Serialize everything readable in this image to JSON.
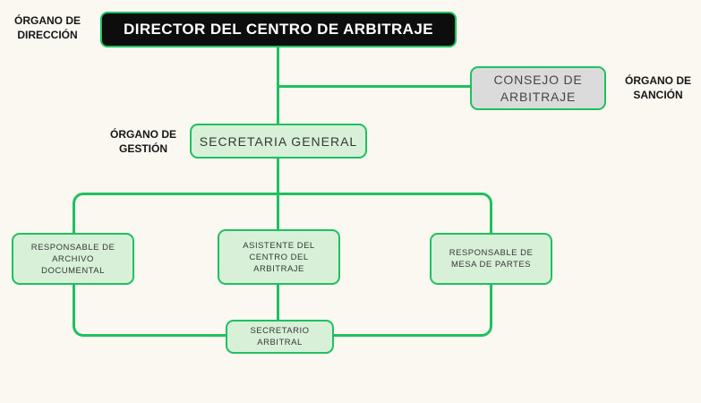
{
  "colors": {
    "canvas-bg": "#FAF8F0",
    "accent-green": "#1FC05F",
    "fill-green": "#D8EFD8",
    "fill-gray": "#DBDBDB",
    "fill-black": "#0D0D0D",
    "director-text": "#FFFFFF",
    "consejo-text": "#454545",
    "node-text": "#333A35",
    "label-text": "#161616"
  },
  "labels": {
    "direccion": {
      "line1": "ÓRGANO DE",
      "line2": "DIRECCIÓN"
    },
    "sancion": {
      "line1": "ÓRGANO DE",
      "line2": "SANCIÓN"
    },
    "gestion": {
      "line1": "ÓRGANO DE",
      "line2": "GESTIÓN"
    }
  },
  "nodes": {
    "director": {
      "label": "DIRECTOR DEL CENTRO DE ARBITRAJE"
    },
    "consejo": {
      "line1": "CONSEJO DE",
      "line2": "ARBITRAJE"
    },
    "secretaria": {
      "label": "SECRETARIA GENERAL"
    },
    "archivo": {
      "line1": "RESPONSABLE DE",
      "line2": "ARCHIVO",
      "line3": "DOCUMENTAL"
    },
    "asistente": {
      "line1": "ASISTENTE DEL",
      "line2": "CENTRO DEL",
      "line3": "ARBITRAJE"
    },
    "mesa": {
      "line1": "RESPONSABLE DE",
      "line2": "MESA DE PARTES"
    },
    "secretario": {
      "line1": "SECRETARIO",
      "line2": "ARBITRAL"
    }
  }
}
